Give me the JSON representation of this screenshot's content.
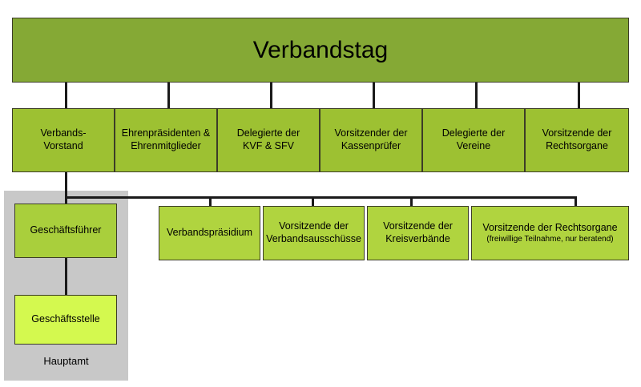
{
  "diagram": {
    "title": "Verbandstag",
    "root": {
      "label": "Verbandstag"
    },
    "level2": [
      {
        "label": "Verbands-\nVorstand"
      },
      {
        "label": "Ehrenpräsidenten &\nEhrenmitglieder"
      },
      {
        "label": "Delegierte der\nKVF & SFV"
      },
      {
        "label": "Vorsitzender der\nKassenprüfer"
      },
      {
        "label": "Delegierte der\nVereine"
      },
      {
        "label": "Vorsitzende der\nRechtsorgane"
      }
    ],
    "level3": [
      {
        "label": "Verbandspräsidium",
        "note": ""
      },
      {
        "label": "Vorsitzende der\nVerbandsausschüsse",
        "note": ""
      },
      {
        "label": "Vorsitzende der\nKreisverbände",
        "note": ""
      },
      {
        "label": "Vorsitzende der Rechtsorgane",
        "note": "(freiwillige Teilnahme, nur beratend)"
      }
    ],
    "hauptamt": {
      "caption": "Hauptamt",
      "manager": {
        "label": "Geschäftsführer"
      },
      "office": {
        "label": "Geschäftsstelle"
      }
    },
    "colors": {
      "root_green": "#85a935",
      "level2_green": "#9dc132",
      "level3_green": "#b0d43f",
      "manager_green": "#a9cf3c",
      "office_green": "#d4f94f",
      "panel_gray": "#c8c8c8",
      "border": "#3c3c28",
      "connector": "#1a1a1a",
      "background": "#ffffff"
    }
  }
}
